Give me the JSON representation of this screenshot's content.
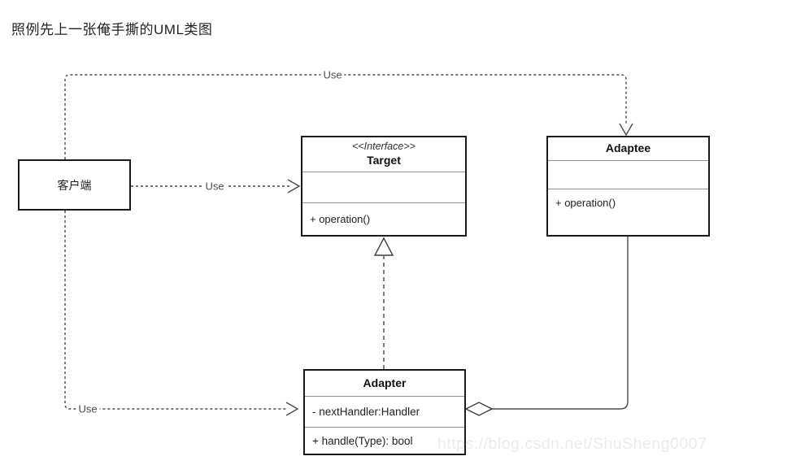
{
  "page": {
    "title": "照例先上一张俺手撕的UML类图"
  },
  "diagram": {
    "classes": {
      "client": {
        "name": "客户端"
      },
      "target": {
        "stereotype": "<<Interface>>",
        "name": "Target",
        "attributes": [],
        "methods": [
          "+ operation()"
        ]
      },
      "adaptee": {
        "name": "Adaptee",
        "attributes": [],
        "methods": [
          "+ operation()"
        ]
      },
      "adapter": {
        "name": "Adapter",
        "attributes": [
          "- nextHandler:Handler"
        ],
        "methods": [
          "+ handle(Type): bool"
        ]
      }
    },
    "relationships": [
      {
        "from": "客户端",
        "to": "Adaptee",
        "type": "dependency",
        "label": "Use"
      },
      {
        "from": "客户端",
        "to": "Target",
        "type": "dependency",
        "label": "Use"
      },
      {
        "from": "客户端",
        "to": "Adapter",
        "type": "dependency",
        "label": "Use"
      },
      {
        "from": "Adapter",
        "to": "Target",
        "type": "realization",
        "label": ""
      },
      {
        "from": "Adaptee",
        "to": "Adapter",
        "type": "aggregation",
        "label": ""
      }
    ],
    "colors": {
      "box_border": "#1b1b1b",
      "connector": "#4a4a4a",
      "divider": "#8f8f8f",
      "watermark_text": "#ebebeb"
    }
  },
  "watermark": {
    "text": "https://blog.csdn.net/ShuSheng0007"
  }
}
